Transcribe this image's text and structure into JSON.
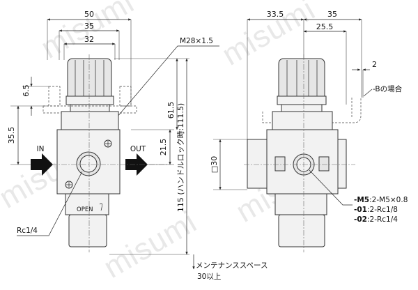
{
  "watermark": {
    "text": "misumi"
  },
  "left_view": {
    "dims": {
      "d50": "50",
      "d35": "35",
      "d32": "32",
      "d6_5": "6.5",
      "d35_5": "35.5",
      "d61_5": "61.5",
      "d21_5": "21.5",
      "d115": "115 (ハンドルロック時:111.5)"
    },
    "labels": {
      "thread": "M28×1.5",
      "in": "IN",
      "out": "OUT",
      "open": "OPEN",
      "port": "Rc1/4"
    }
  },
  "maintenance": {
    "line1": "メンテナンススペース",
    "line2": "30以上"
  },
  "right_view": {
    "dims": {
      "d33_5": "33.5",
      "d35": "35",
      "d25_5": "25.5",
      "d2": "2",
      "sq30": "□30"
    },
    "labels": {
      "bracket": "-Bの場合"
    },
    "ports": [
      {
        "code": "-M5",
        "spec": ":2-M5×0.8"
      },
      {
        "code": "-01",
        "spec": ":2-Rc1/8"
      },
      {
        "code": "-02",
        "spec": ":2-Rc1/4"
      }
    ]
  }
}
